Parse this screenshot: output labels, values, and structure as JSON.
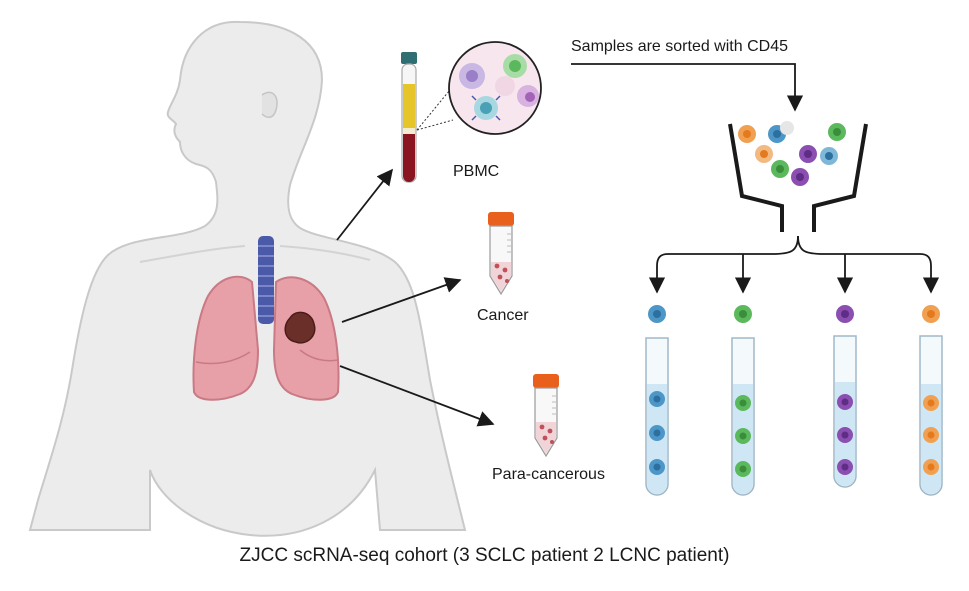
{
  "labels": {
    "pbmc": "PBMC",
    "cancer": "Cancer",
    "para_cancerous": "Para-cancerous",
    "sorting": "Samples are sorted with CD45",
    "caption": "ZJCC scRNA-seq cohort (3 SCLC patient 2 LCNC patient)"
  },
  "colors": {
    "skin": "#ececec",
    "skin_outline": "#c9c9c9",
    "lung": "#e8a0a8",
    "trachea": "#4b5aa8",
    "tumor": "#6b2f2a",
    "blood_plasma": "#e6c52a",
    "blood_red": "#8a1420",
    "tube_cap_orange": "#e8601c",
    "sort_blue": "#4d97c8",
    "sort_green": "#5cb85c",
    "sort_purple": "#8a4fb0",
    "sort_orange": "#f0a050",
    "tube_liquid": "#cfe6f5"
  },
  "sorted_tubes": [
    {
      "cell_type": "blue"
    },
    {
      "cell_type": "green"
    },
    {
      "cell_type": "purple"
    },
    {
      "cell_type": "orange"
    }
  ]
}
